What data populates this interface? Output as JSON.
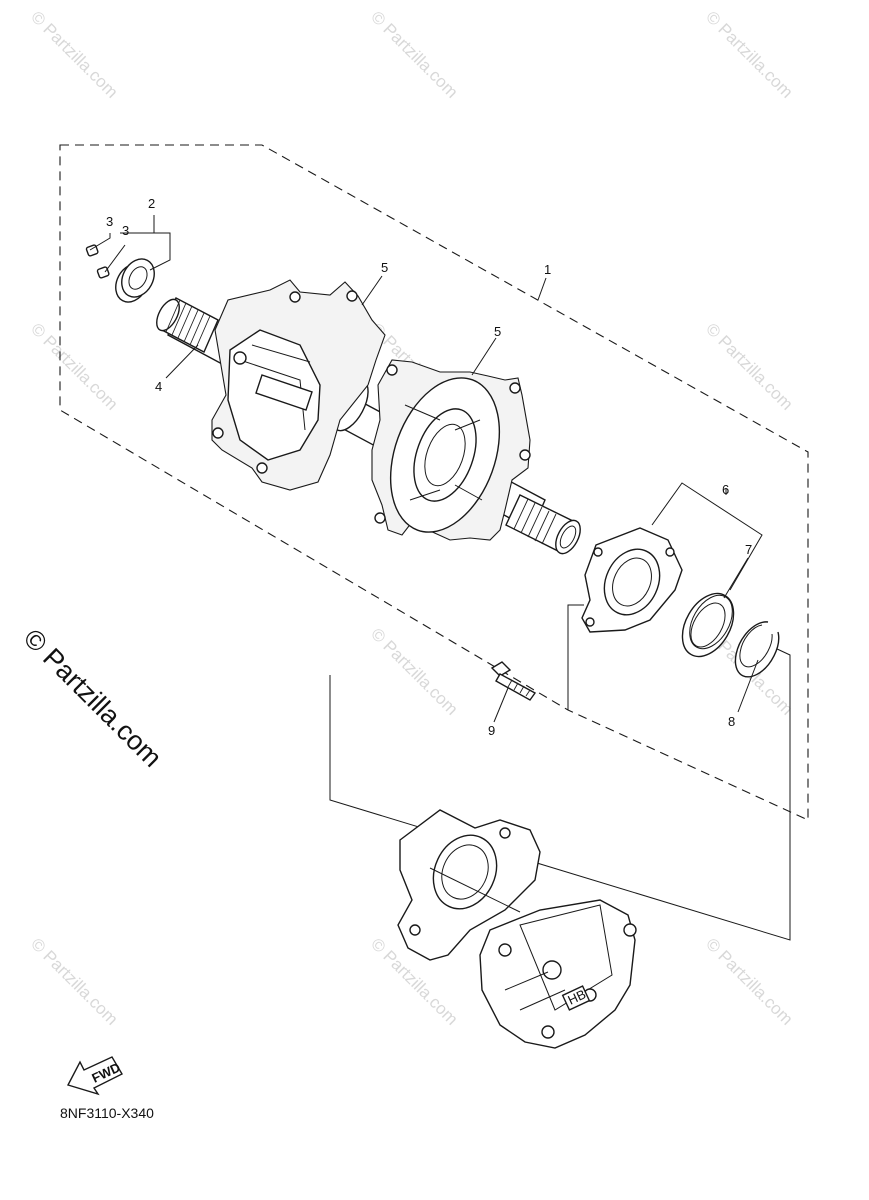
{
  "diagram_code": "8NF3110-X340",
  "fwd_label": "FWD",
  "watermark": "© Partzilla.com",
  "side_watermark": "© Partzilla.com",
  "callouts": {
    "c1": "1",
    "c2": "2",
    "c3a": "3",
    "c3b": "3",
    "c4": "4",
    "c5a": "5",
    "c5b": "5",
    "c6": "6",
    "c7": "7",
    "c8": "8",
    "c9": "9"
  },
  "caliper_text": "HB"
}
